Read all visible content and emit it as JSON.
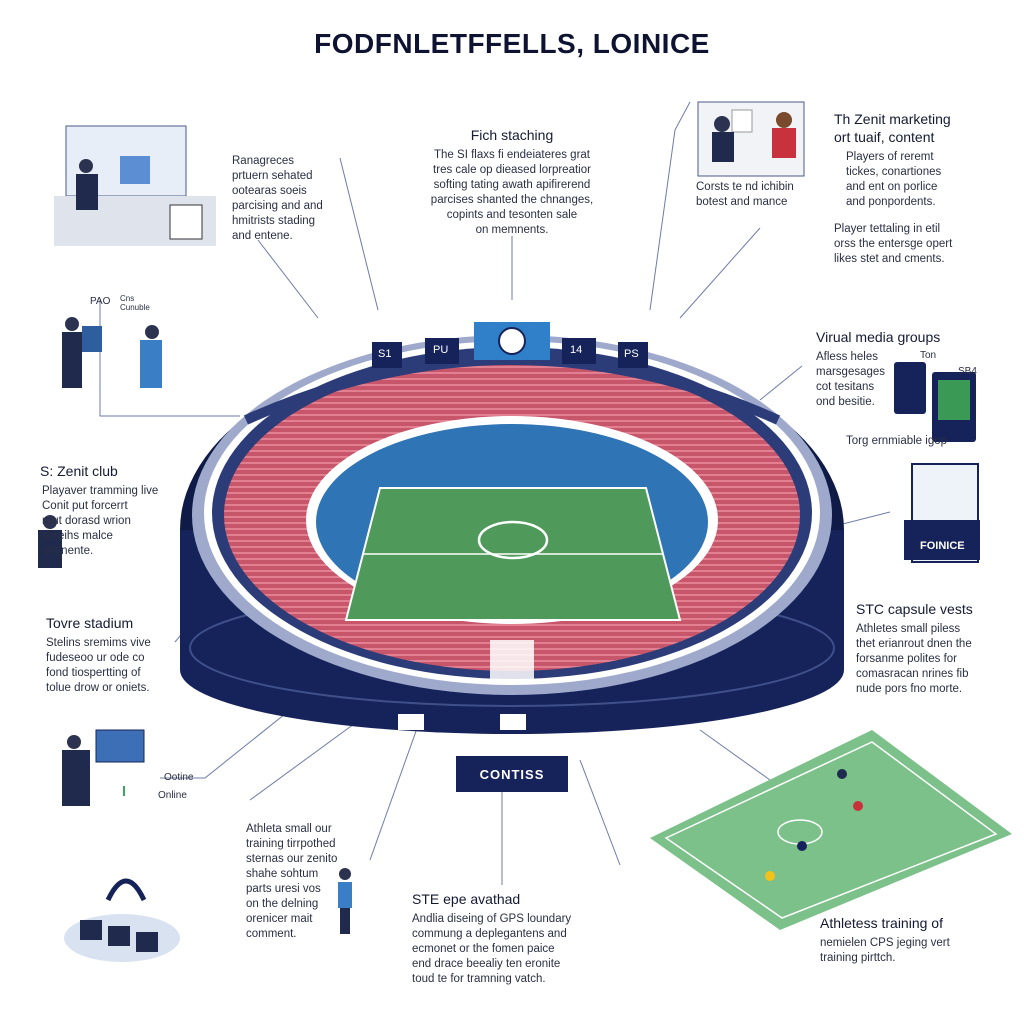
{
  "title": "FODFNLETFFELLS, LOINICE",
  "scoreboard": {
    "left_a": "S1",
    "left_b": "PU",
    "right_a": "14",
    "right_b": "PS"
  },
  "stadium_sign": "CONTISS",
  "annotations": {
    "management": {
      "body": "Ranagreces\nprtuern sehated\nootearas soeis\nparcising and and\nhmitrists stading\nand entene."
    },
    "pitch": {
      "heading": "Fich staching",
      "body": "The SI flaxs fi endeiateres grat\ntres cale op dieased lorpreatior\nsofting tating awath apifirerend\nparcises shanted the chnanges,\ncopints and tesonten sale\non memnents."
    },
    "broadcast": {
      "body": "Corsts te nd ichibin\nbotest and mance"
    },
    "marketing": {
      "heading": "Th Zenit marketing\nort tuaif, content",
      "bullets": [
        "Players of reremt\ntickes, conartiones",
        "and ent on porlice",
        "and ponpordents."
      ],
      "body": "Player tettaling in etil\norss the entersge opert\nlikes stet and cments."
    },
    "coaching": {
      "label_a": "PAO",
      "label_b": "Cns\nCunuble"
    },
    "media": {
      "heading": "Virual media groups",
      "body": "Afless heles\nmarsgesages\ncot tesitans\nond besitie.",
      "label_a": "Ton",
      "label_b": "SB4",
      "caption": "Torg ernmiable igop"
    },
    "club": {
      "heading": "S: Zenit club",
      "body": "Playaver tramming live\nConit put forcerrt\nrout dorasd wrion\nsoreihs malce\nont nente."
    },
    "analytics": {
      "banner": "FOINICE"
    },
    "stadium": {
      "heading": "Tovre stadium",
      "body": "Stelins sremims vive\nfudeseoo ur ode co\nfond tiospertting of\ntolue drow or oniets."
    },
    "gps": {
      "heading": "STC capsule vests",
      "body": "Athletes small piless\nthet erianrout dnen the\nforsanme polites for\ncomasracan nrines fib\nnude pors fno morte."
    },
    "online": {
      "label_a": "Ootine",
      "label_b": "Online"
    },
    "athlete": {
      "body": "Athleta small our\ntraining tirrpothed\nsternas our zenito\nshahe sohtum\nparts uresi vos\non the delning\norenicer mait\ncomment."
    },
    "epe": {
      "heading": "STE epe avathad",
      "body": "Andlia diseing of GPS loundary\ncommung a deplegantens and\necmonet or the fomen paice\nend drace beealiy ten eronite\ntoud te for tramning vatch."
    },
    "training": {
      "heading": "Athletess training of",
      "body": "nemielen CPS jeging vert\ntraining pirttch."
    }
  },
  "colors": {
    "navy": "#16235a",
    "seats": "#c8566b",
    "pitch": "#4f9a5b",
    "moat": "#2f74b5"
  }
}
